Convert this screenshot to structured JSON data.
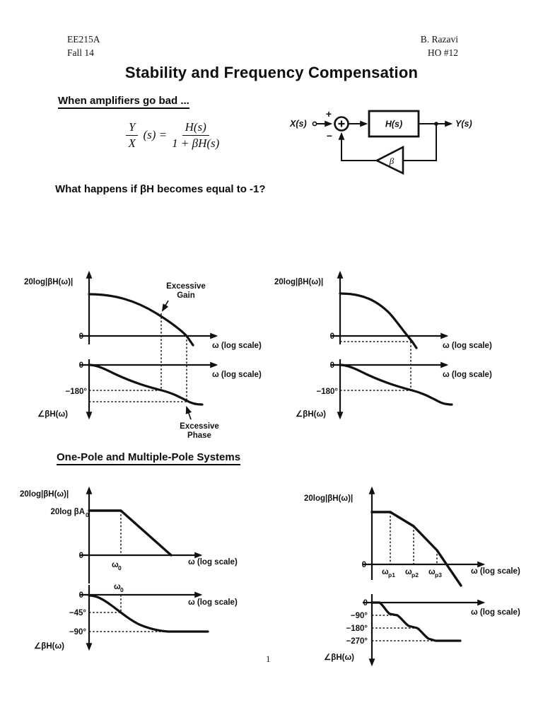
{
  "header": {
    "course": "EE215A",
    "term": "Fall 14",
    "author": "B. Razavi",
    "handout": "HO #12"
  },
  "title": "Stability and Frequency Compensation",
  "section1": {
    "heading": "When amplifiers go bad ...",
    "question": "What happens if βH becomes equal to -1?"
  },
  "equation": {
    "num_left": "Y",
    "den_left": "X",
    "middle": "(s) =",
    "num_right": "H(s)",
    "den_right": "1 + βH(s)"
  },
  "diagram": {
    "input": "X(s)",
    "output": "Y(s)",
    "block": "H(s)",
    "feedback_gain": "β",
    "plus": "+",
    "minus": "−"
  },
  "axis": {
    "mag_label": "20log|βH(ω)|",
    "phase_label": "∠βH(ω)",
    "freq_label": "ω (log scale)",
    "zero": "0"
  },
  "plot_tl": {
    "excessive": "Excessive",
    "gain": "Gain",
    "phase": "Phase",
    "minus180": "−180°"
  },
  "plot_tr": {
    "minus180": "−180°"
  },
  "plot_bl": {
    "flat_main": "20log βA",
    "flat_sub": "0",
    "omega": "ω",
    "omega_sub": "0",
    "minus45": "−45°",
    "minus90": "−90°"
  },
  "plot_br": {
    "omega": "ω",
    "p1": "p1",
    "p2": "p2",
    "p3": "p3",
    "minus90": "−90°",
    "minus180": "−180°",
    "minus270": "−270°"
  },
  "section2": {
    "heading": "One-Pole and Multiple-Pole Systems"
  },
  "page_number": "1"
}
